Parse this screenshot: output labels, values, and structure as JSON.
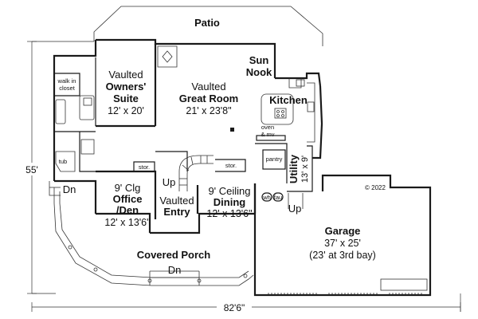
{
  "rooms": {
    "patio": {
      "name": "Patio"
    },
    "sun_nook": {
      "line1": "Sun",
      "line2": "Nook"
    },
    "great_room": {
      "prefix": "Vaulted",
      "name": "Great Room",
      "size": "21' x 23'8\""
    },
    "owners_suite": {
      "prefix": "Vaulted",
      "name1": "Owners'",
      "name2": "Suite",
      "size": "12' x 20'"
    },
    "walk_in_closet": {
      "line1": "walk in",
      "line2": "closet"
    },
    "tub": {
      "name": "tub"
    },
    "kitchen": {
      "name": "Kitchen"
    },
    "oven": {
      "line1": "oven",
      "line2": "& mv"
    },
    "pantry": {
      "name": "pantry"
    },
    "utility": {
      "name": "Utility",
      "size": "13' x 9'"
    },
    "storage_left": {
      "name": "stor."
    },
    "storage_right": {
      "name": "stor."
    },
    "office": {
      "prefix": "9' Clg",
      "name1": "Office",
      "name2": "/Den",
      "size": "12' x 13'6\""
    },
    "entry": {
      "prefix": "Vaulted",
      "name": "Entry"
    },
    "dining": {
      "prefix": "9' Ceiling",
      "name": "Dining",
      "size": "12' x 13'6\""
    },
    "garage": {
      "name": "Garage",
      "size": "37' x 25'",
      "note": "(23' at 3rd bay)"
    },
    "covered_porch": {
      "name": "Covered Porch"
    }
  },
  "stairs": {
    "up_main": "Up",
    "up_garage": "Up",
    "down_side": "Dn",
    "down_porch": "Dn"
  },
  "fixtures": {
    "wh": "wh",
    "fau": "fau"
  },
  "dimensions": {
    "depth": "55'",
    "width": "82'6\""
  },
  "copyright": "© 2022"
}
